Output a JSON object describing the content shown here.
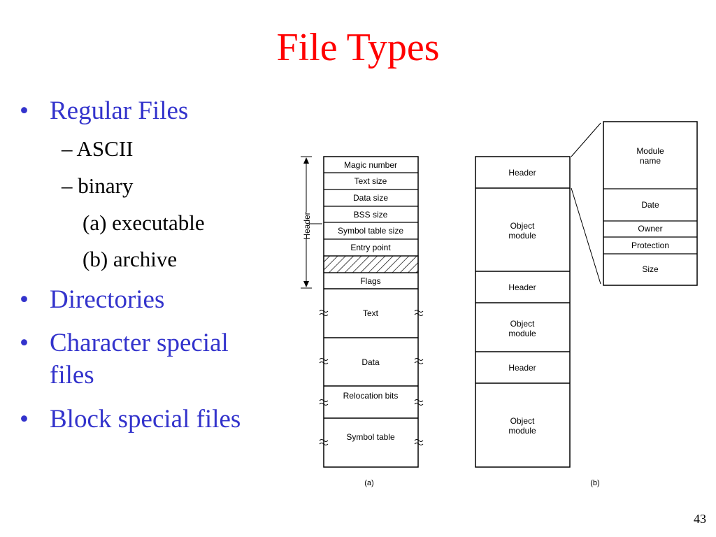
{
  "title": "File Types",
  "colors": {
    "title": "#ff0000",
    "bullet_level1": "#3333cc",
    "text": "#000000"
  },
  "bullets": [
    {
      "level": 1,
      "text": "Regular Files"
    },
    {
      "level": 2,
      "text": "– ASCII"
    },
    {
      "level": 2,
      "text": "– binary"
    },
    {
      "level": 3,
      "text": "(a) executable"
    },
    {
      "level": 3,
      "text": "(b) archive"
    },
    {
      "level": 1,
      "text": "Directories"
    },
    {
      "level": 1,
      "text": "Character special",
      "cont": "files"
    },
    {
      "level": 1,
      "text": "Block special files"
    }
  ],
  "diagram_a": {
    "caption": "(a)",
    "side_label": "Header",
    "cells": [
      "Magic number",
      "Text size",
      "Data size",
      "BSS size",
      "Symbol table size",
      "Entry point",
      "",
      "Flags",
      "Text",
      "Data",
      "Relocation bits",
      "Symbol table"
    ]
  },
  "diagram_b": {
    "caption": "(b)",
    "cells": [
      "Header",
      "Object module",
      "Header",
      "Object module",
      "Header",
      "Object module"
    ],
    "detail_cells": [
      "Module name",
      "Date",
      "Owner",
      "Protection",
      "Size"
    ]
  },
  "page_number": "43"
}
